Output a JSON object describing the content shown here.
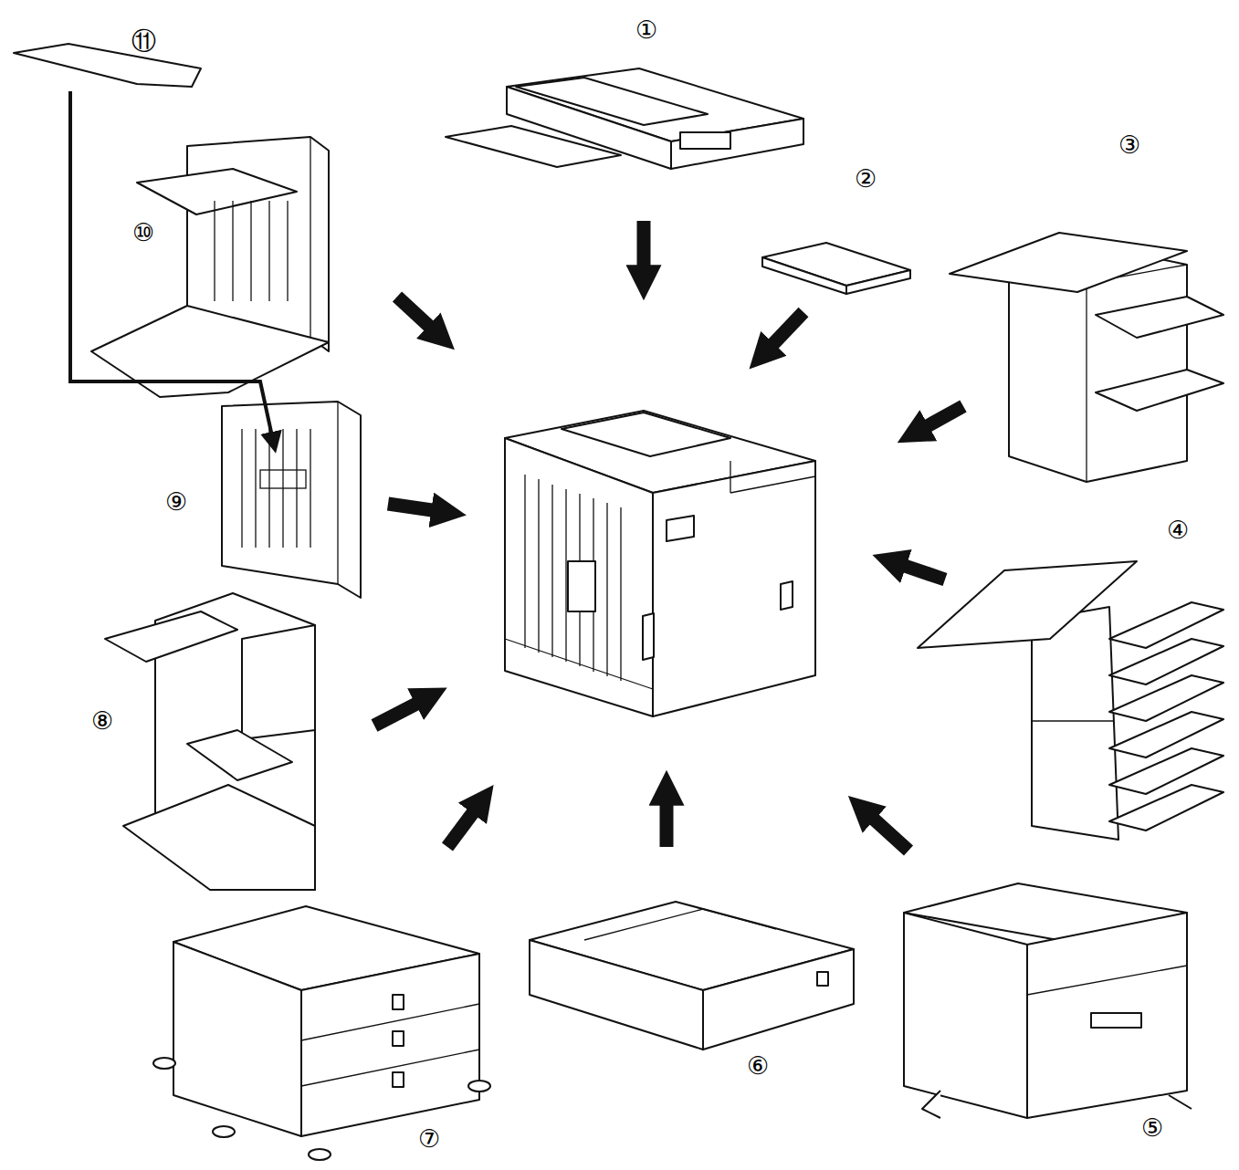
{
  "diagram": {
    "labels": [
      "①",
      "②",
      "③",
      "④",
      "⑤",
      "⑥",
      "⑦",
      "⑧",
      "⑨",
      "⑩",
      "⑪"
    ]
  }
}
